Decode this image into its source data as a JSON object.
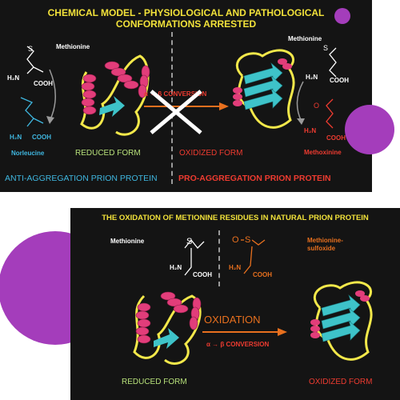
{
  "top_panel": {
    "title_line1": "CHEMICAL MODEL - PHYSIOLOGICAL AND PATHOLOGICAL",
    "title_line2": "CONFORMATIONS ARRESTED",
    "methionine_left": "Methionine",
    "methionine_right": "Methionine",
    "h2n_1": "H₂N",
    "h2n_2": "H₂N",
    "h2n_3": "H₂N",
    "h2n_4": "H₂N",
    "cooh_1": "COOH",
    "cooh_2": "COOH",
    "cooh_3": "COOH",
    "cooh_4": "COOH",
    "norleucine": "Norleucine",
    "methoxinine": "Methoxinine",
    "methoxy_o": "O",
    "conversion_text": "α → β CONVERSION",
    "reduced_form": "REDUCED FORM",
    "oxidized_form": "OXIDIZED FORM",
    "anti_label": "ANTI-AGGREGATION PRION PROTEIN",
    "pro_label": "PRO-AGGREGATION PRION PROTEIN"
  },
  "bottom_panel": {
    "title": "THE OXIDATION OF METIONINE RESIDUES IN NATURAL PRION PROTEIN",
    "methionine": "Methionine",
    "sulfoxide_line1": "Methionine-",
    "sulfoxide_line2": "sulfoxide",
    "s_label_1": "S",
    "s_label_2": "S",
    "o_label": "O",
    "h2n_1": "H₂N",
    "h2n_2": "H₂N",
    "cooh_1": "COOH",
    "cooh_2": "COOH",
    "oxidation": "OXIDATION",
    "conversion_text": "α → β CONVERSION",
    "reduced_form": "REDUCED FORM",
    "oxidized_form": "OXIDIZED FORM"
  },
  "colors": {
    "panel_bg": "#141414",
    "title_yellow": "#f2e23a",
    "anti_cyan": "#3fb7e0",
    "pro_red": "#ee3b30",
    "form_green": "#b7e07a",
    "oxidation_orange": "#e8701e",
    "deco_purple": "#a43dbb",
    "helix_pink": "#e23d7a",
    "sheet_cyan": "#3ec3c9",
    "loop_yellow": "#f3e84a"
  }
}
